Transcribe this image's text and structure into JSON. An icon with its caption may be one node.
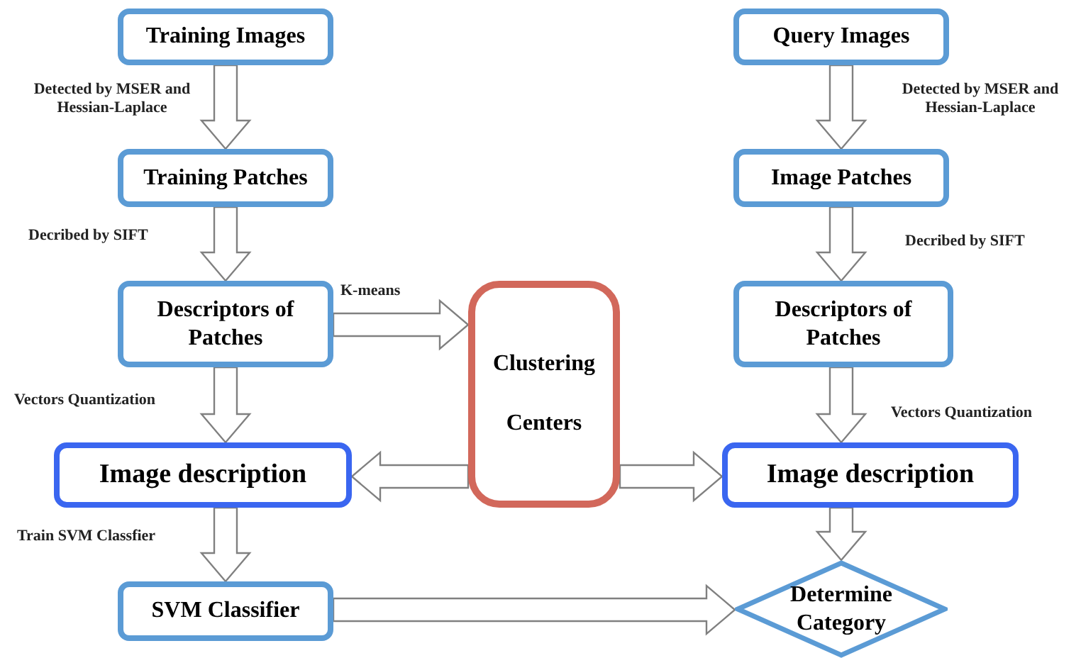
{
  "diagram": {
    "nodes": [
      {
        "text": [
          "Training Images"
        ]
      },
      {
        "text": [
          "Training Patches"
        ]
      },
      {
        "text": [
          "Descriptors of Patches"
        ]
      },
      {
        "text": [
          "Image description"
        ]
      },
      {
        "text": [
          "SVM Classifier"
        ]
      },
      {
        "text": [
          "Clustering Centers"
        ]
      },
      {
        "text": [
          "Query Images"
        ]
      },
      {
        "text": [
          "Image Patches"
        ]
      },
      {
        "text": [
          "Descriptors of Patches"
        ]
      },
      {
        "text": [
          "Image description"
        ]
      },
      {
        "text": [
          "Determine Category"
        ]
      }
    ],
    "edges": [
      {
        "from": 0,
        "to": 1,
        "arrow": "to",
        "label": "Detected by MSER and Hessian-Laplace"
      },
      {
        "from": 1,
        "to": 2,
        "arrow": "to",
        "label": "Decribed by SIFT"
      },
      {
        "from": 2,
        "to": 5,
        "arrow": "to",
        "label": "K-means"
      },
      {
        "from": 2,
        "to": 3,
        "arrow": "to",
        "label": "Vectors Quantization"
      },
      {
        "from": 5,
        "to": 3,
        "arrow": "to"
      },
      {
        "from": 3,
        "to": 4,
        "arrow": "to",
        "label": "Train SVM Classfier"
      },
      {
        "from": 4,
        "to": 10,
        "arrow": "to"
      },
      {
        "from": 6,
        "to": 7,
        "arrow": "to",
        "label": "Detected by MSER and Hessian-Laplace"
      },
      {
        "from": 7,
        "to": 8,
        "arrow": "to",
        "label": "Decribed by SIFT"
      },
      {
        "from": 8,
        "to": 9,
        "arrow": "to",
        "label": "Vectors Quantization"
      },
      {
        "from": 5,
        "to": 9,
        "arrow": "to"
      },
      {
        "from": 9,
        "to": 10,
        "arrow": "to"
      }
    ]
  }
}
